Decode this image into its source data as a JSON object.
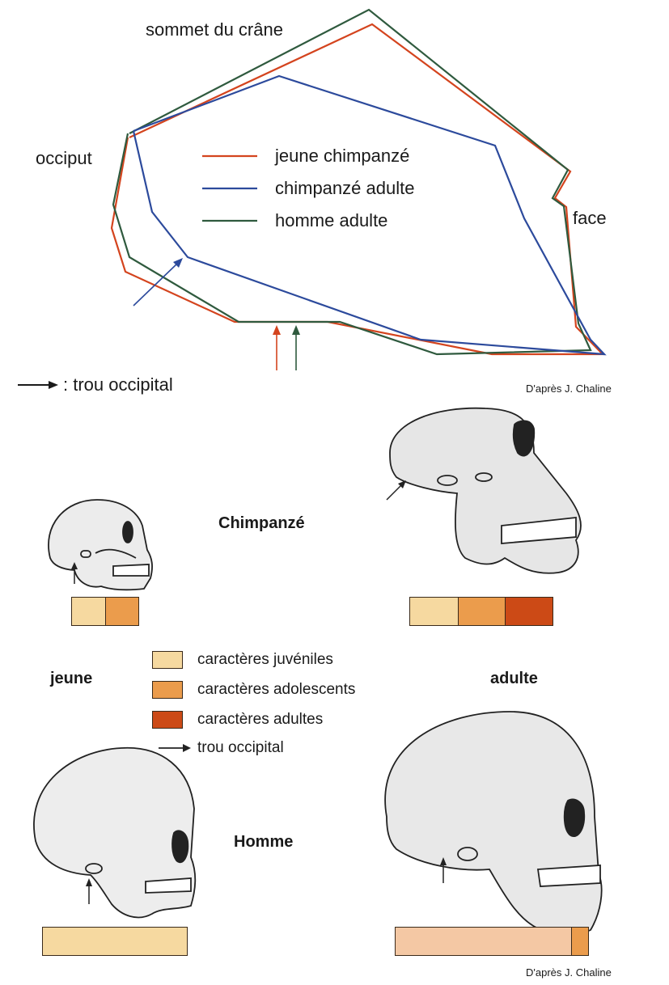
{
  "top_diagram": {
    "labels": {
      "vertex": "sommet du crâne",
      "occiput": "occiput",
      "face": "face"
    },
    "legend": [
      {
        "label": "jeune chimpanzé",
        "color": "#d4441e"
      },
      {
        "label": "chimpanzé adulte",
        "color": "#2c4a9c"
      },
      {
        "label": "homme adulte",
        "color": "#2f5a3e"
      }
    ],
    "arrow_note": ": trou occipital",
    "credit": "D'après J. Chaline"
  },
  "bottom_diagram": {
    "species_chimp": "Chimpanzé",
    "species_human": "Homme",
    "stage_young": "jeune",
    "stage_adult": "adulte",
    "legend": [
      {
        "label": "caractères juvéniles",
        "color": "#f6d9a0"
      },
      {
        "label": "caractères adolescents",
        "color": "#eb9c4c"
      },
      {
        "label": "caractères adultes",
        "color": "#cc4a16"
      }
    ],
    "arrow_legend": "trou occipital",
    "credit": "D'après J. Chaline"
  },
  "colors": {
    "juvenile": "#f6d9a0",
    "adolescent": "#eb9c4c",
    "adult": "#cc4a16",
    "human_juvenile": "#f4c8a4",
    "skull_fill": "#ebebeb",
    "outline": "#222222"
  }
}
